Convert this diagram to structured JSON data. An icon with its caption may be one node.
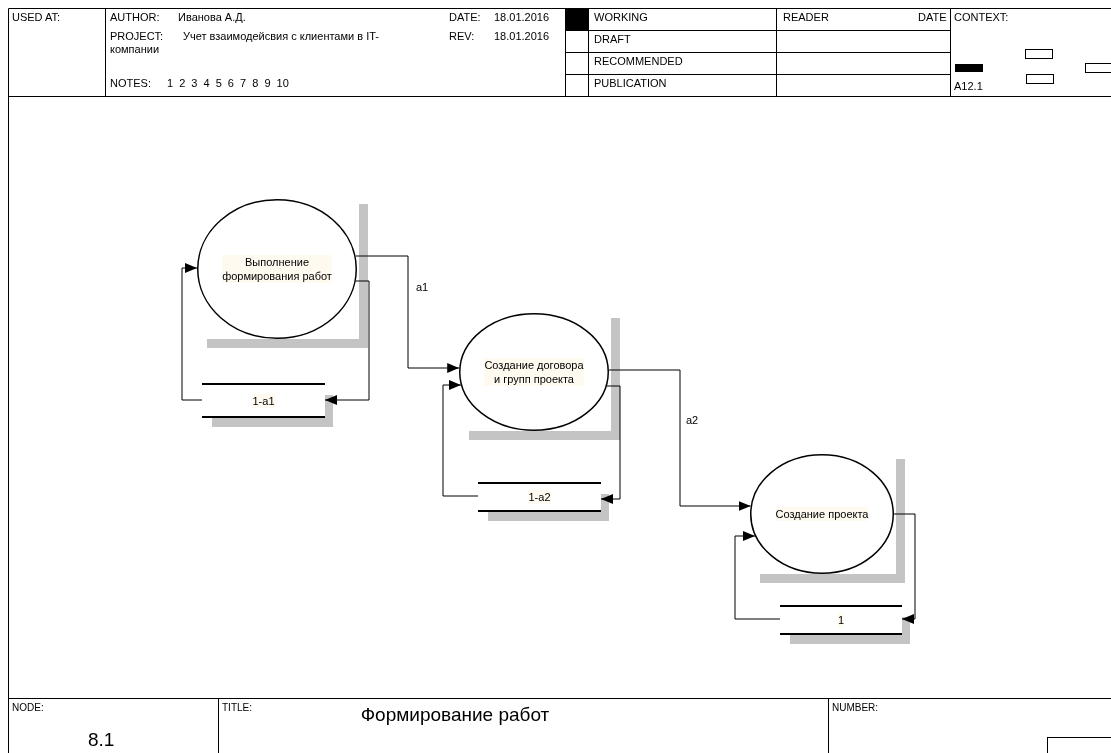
{
  "diagram": {
    "title": "Формирование работ",
    "nodes": [
      {
        "text": [
          "Выполнение формирования работ"
        ]
      },
      {
        "text": [
          "Создание договора и групп проекта"
        ]
      },
      {
        "text": [
          "Создание проекта"
        ]
      },
      {
        "text": [
          "1-a1"
        ]
      },
      {
        "text": [
          "1-a2"
        ]
      },
      {
        "text": [
          "1"
        ]
      }
    ],
    "edges": [
      {
        "from": 0,
        "to": 1,
        "arrow": "to",
        "label": "a1"
      },
      {
        "from": 1,
        "to": 2,
        "arrow": "to",
        "label": "a2"
      },
      {
        "from": 0,
        "to": 3,
        "arrow": "to"
      },
      {
        "from": 3,
        "to": 0,
        "arrow": "to"
      },
      {
        "from": 1,
        "to": 4,
        "arrow": "to"
      },
      {
        "from": 4,
        "to": 1,
        "arrow": "to"
      },
      {
        "from": 2,
        "to": 5,
        "arrow": "to"
      },
      {
        "from": 5,
        "to": 2,
        "arrow": "to"
      }
    ],
    "labels": [
      "USED AT:",
      "AUTHOR:",
      "Иванова А.Д.",
      "DATE:",
      "18.01.2016",
      "WORKING",
      "READER",
      "DATE",
      "CONTEXT:",
      "PROJECT:",
      "Учет взаимодейсвия с клиентами в IT-компании",
      "REV:",
      "18.01.2016",
      "DRAFT",
      "RECOMMENDED",
      "NOTES:",
      "1 2 3 4 5 6 7 8 9 10",
      "PUBLICATION",
      "A12.1",
      "NODE:",
      "8.1",
      "TITLE:",
      "NUMBER:"
    ]
  }
}
